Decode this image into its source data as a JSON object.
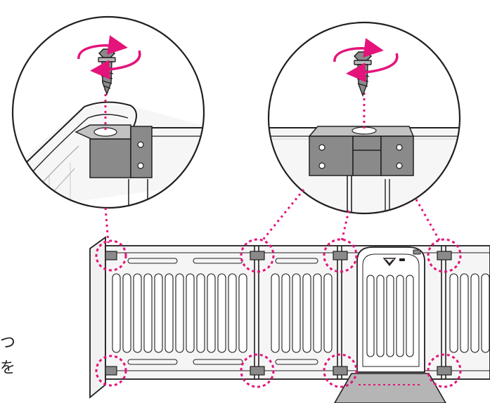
{
  "colors": {
    "accent": "#e4147a",
    "outline": "#231f20",
    "panel_fill": "#f3f3f3",
    "bracket_fill": "#8a8a8a",
    "base_fill": "#b5b5b5"
  },
  "icons": [
    "rotation-arrow-icon",
    "bolt-icon",
    "screw-icon",
    "bracket-icon",
    "gate-icon"
  ],
  "edge_text": [
    "つ",
    "を"
  ],
  "bracket_locations": {
    "top": [
      1,
      2,
      3,
      4
    ],
    "bottom": [
      1,
      2,
      3,
      4
    ]
  }
}
